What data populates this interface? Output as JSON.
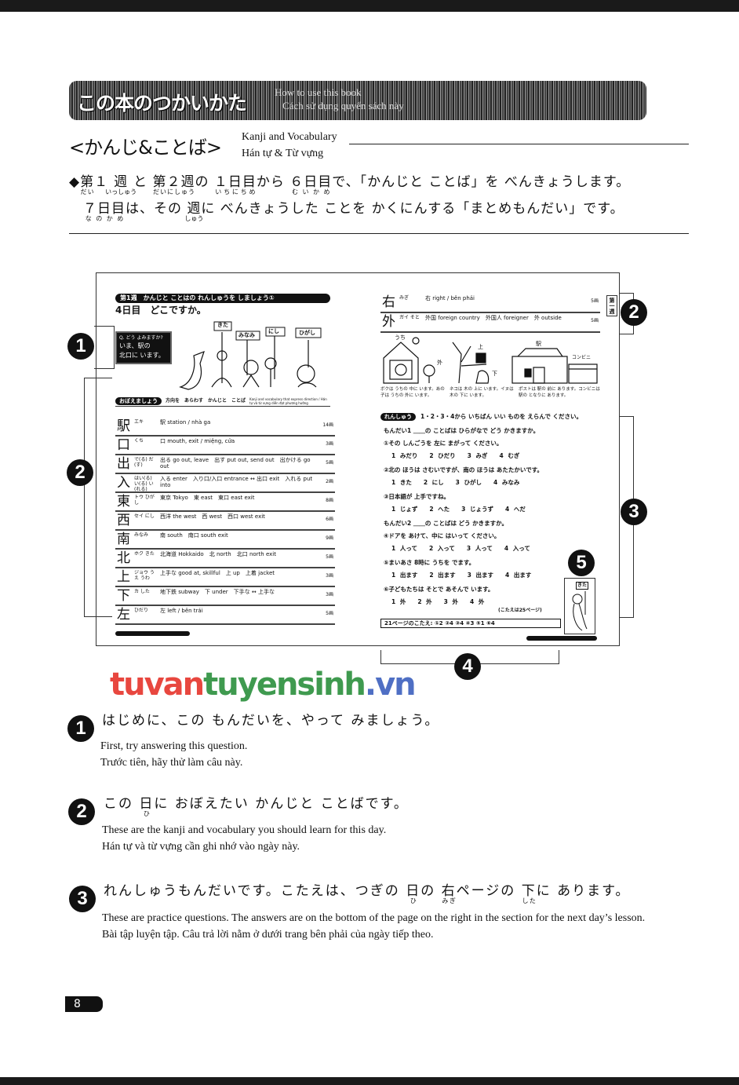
{
  "banner": {
    "title": "この本のつかいかた",
    "en": "How to use this book",
    "vi": "Cách sử dụng quyển sách này"
  },
  "section": {
    "title": "<かんじ&ことば>",
    "en": "Kanji and Vocabulary",
    "vi": "Hán tự & Từ vựng"
  },
  "intro": {
    "line1": [
      {
        "t": "◆"
      },
      {
        "t": "第",
        "r": "だい"
      },
      {
        "t": "１"
      },
      {
        "t": "週",
        "r": "いっしゅう"
      },
      {
        "t": "と "
      },
      {
        "t": "第２週",
        "r": "だいにしゅう"
      },
      {
        "t": "の "
      },
      {
        "t": "１日目",
        "r": "いちにちめ"
      },
      {
        "t": "から "
      },
      {
        "t": "６日目",
        "r": "むいかめ"
      },
      {
        "t": "で、「かんじと ことば」を べんきょうします。"
      }
    ],
    "line2": [
      {
        "t": "　"
      },
      {
        "t": "７日目",
        "r": "なのかめ"
      },
      {
        "t": "は、その "
      },
      {
        "t": "週",
        "r": "しゅう"
      },
      {
        "t": "に べんきょうした ことを かくにんする「まとめもんだい」です。"
      }
    ]
  },
  "figure": {
    "left": {
      "header": "第1週　かんじと ことはの れんしゅうを しましょう①",
      "title": "4日目　どこですか。",
      "quiz": [
        "Q. どう よみますか?",
        "いま、駅の",
        "北口に います。"
      ],
      "signs": [
        "きた",
        "みなみ",
        "にし",
        "ひがし"
      ],
      "remember_label": "おぼえましょう",
      "remember_text": "方向を　あらわす　かんじと　ことば",
      "remember_gloss": "Kanji and vocabulary that express direction / Hán tự và từ vựng diễn đạt phương hướng",
      "kanji": [
        {
          "k": "駅",
          "r": "エキ",
          "g": "駅 station / nhà ga",
          "s": "14画"
        },
        {
          "k": "口",
          "r": "くち",
          "g": "口 mouth, exit / miệng, cửa",
          "s": "3画"
        },
        {
          "k": "出",
          "r": "で(る) だ(す)",
          "g": "出る go out, leave　出す put out, send out　出かける go out",
          "s": "5画"
        },
        {
          "k": "入",
          "r": "はい(る) い(る) い(れる)",
          "g": "入る enter　入り口/入口 entrance ↔ 出口 exit　入れる put into",
          "s": "2画"
        },
        {
          "k": "東",
          "r": "トウ ひがし",
          "g": "東京 Tokyo　東 east　東口 east exit",
          "s": "8画"
        },
        {
          "k": "西",
          "r": "セイ にし",
          "g": "西洋 the west　西 west　西口 west exit",
          "s": "6画"
        },
        {
          "k": "南",
          "r": "みなみ",
          "g": "南 south　南口 south exit",
          "s": "9画"
        },
        {
          "k": "北",
          "r": "ホク きた",
          "g": "北海道 Hokkaido　北 north　北口 north exit",
          "s": "5画"
        },
        {
          "k": "上",
          "r": "ジョウ うえ うわ",
          "g": "上手な good at, skillful　上 up　上着 jacket",
          "s": "3画"
        },
        {
          "k": "下",
          "r": "カ した",
          "g": "地下鉄 subway　下 under　下手な ↔ 上手な",
          "s": "3画"
        },
        {
          "k": "左",
          "r": "ひだり",
          "g": "左 left / bên trái",
          "s": "5画"
        }
      ]
    },
    "right": {
      "kanji": [
        {
          "k": "右",
          "r": "みぎ",
          "g": "右 right / bên phải",
          "s": "5画"
        },
        {
          "k": "外",
          "r": "ガイ そと",
          "g": "外国 foreign country　外国人 foreigner　外 outside",
          "s": "5画"
        }
      ],
      "tab": "第一週",
      "pic_labels": [
        "うち",
        "外",
        "上",
        "下",
        "駅",
        "コンビニ"
      ],
      "captions": [
        "ボクは うちの 中に います。あの 子は うちの 外に います。",
        "ネコは 木の 上に います。イヌは 木の 下に います。",
        "ポストは 駅の 前に あります。コンビニは 駅の となりに あります。"
      ],
      "practice_label": "れんしゅう",
      "practice_text": "1・2・3・4から いちばん いい ものを えらんで ください。",
      "questions": [
        "もんだい1 ＿＿の ことばは ひらがなで どう かきますか。",
        "①その しんごうを 左に まがって ください。",
        "1 みだり　　2 ひだり　　3 みぎ　　4 むぎ",
        "②北の ほうは さむいですが、南の ほうは あたたかいです。",
        "1 きた　　2 にし　　3 ひがし　　4 みなみ",
        "③日本語が 上手ですね。",
        "1 じょず　　2 へた　　3 じょうず　　4 へだ",
        "もんだい2 ＿＿の ことばは どう かきますか。",
        "④ドアを あけて、中に はいって ください。",
        "1 人って　　2 入って　　3 人って　　4 入って",
        "⑤まいあさ 8時に うちを でます。",
        "1 出ます　　2 出ます　　3 出ます　　4 出ます",
        "⑥子どもたちは そとで あそんで います。",
        "1 外　　2 外　　3 外　　4 外"
      ],
      "answer_ref": "(こたえは25ページ)",
      "answers": "21ページのこたえ: ①2 ②4 ③4 ④3 ⑤1 ⑥4",
      "mascot_sign": "きた"
    },
    "callouts": [
      "1",
      "2",
      "2",
      "3",
      "4",
      "5"
    ]
  },
  "watermark": {
    "part1": "tuvan",
    "part2": "tuyensinh",
    "part3": ".vn",
    "colors": [
      "#e8473f",
      "#3f9a4f",
      "#4f6fc4"
    ]
  },
  "items": [
    {
      "num": "1",
      "jp": [
        {
          "t": "はじめに、この もんだいを、やって みましょう。"
        }
      ],
      "en": "First, try answering this question.",
      "vi": "Trước tiên, hãy thử làm câu này."
    },
    {
      "num": "2",
      "jp": [
        {
          "t": "この "
        },
        {
          "t": "日",
          "r": "ひ"
        },
        {
          "t": "に おぼえたい かんじと ことばです。"
        }
      ],
      "en": "These are the kanji and vocabulary you should learn for this day.",
      "vi": "Hán tự và từ vựng cần ghi nhớ vào ngày này."
    },
    {
      "num": "3",
      "jp": [
        {
          "t": "れんしゅうもんだいです。こたえは、つぎの "
        },
        {
          "t": "日",
          "r": "ひ"
        },
        {
          "t": "の "
        },
        {
          "t": "右",
          "r": "みぎ"
        },
        {
          "t": "ページの "
        },
        {
          "t": "下",
          "r": "した"
        },
        {
          "t": "に あります。"
        }
      ],
      "en": "These are practice questions. The answers are on the bottom of the page on the right in the section for the next day’s lesson.",
      "vi": "Bài tập luyện tập. Câu trả lời nằm ở dưới trang bên phải của ngày tiếp theo."
    }
  ],
  "page_number": "8"
}
